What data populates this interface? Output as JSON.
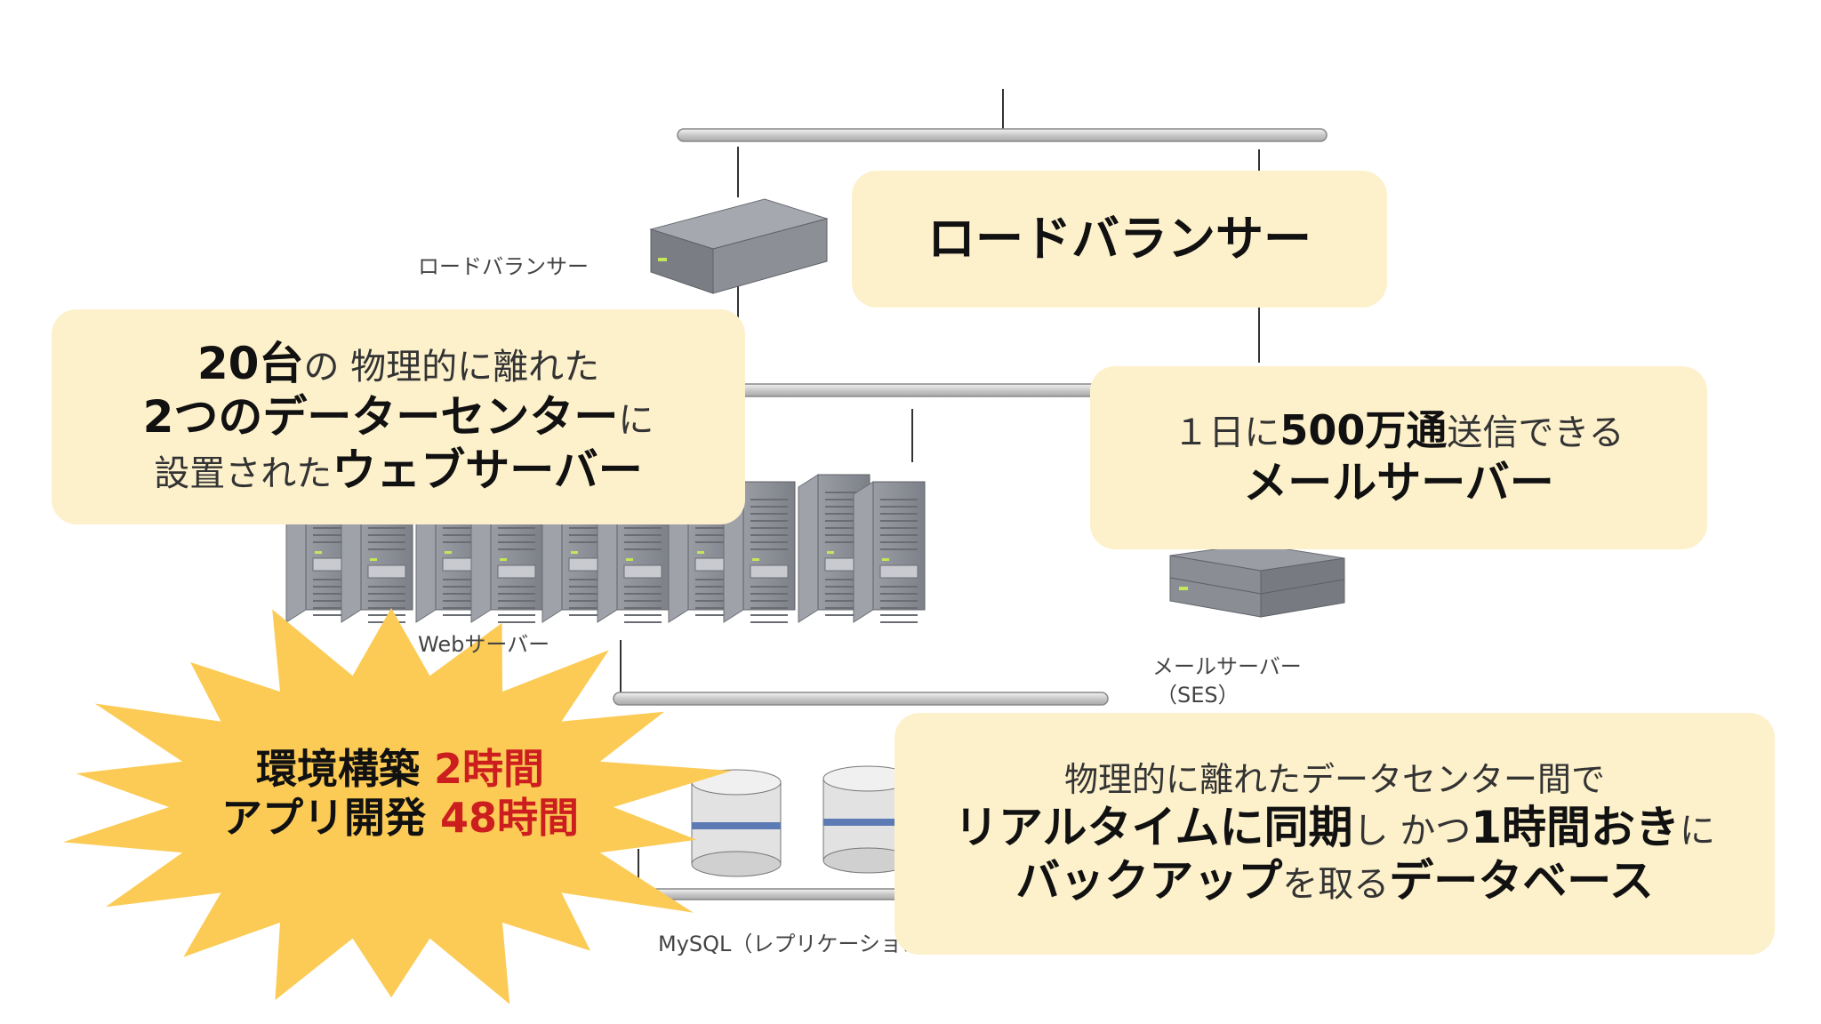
{
  "diagram_labels": {
    "load_balancer": "ロードバランサー",
    "web_server": "Webサーバー",
    "mail_server": "メールサーバー",
    "mail_server_sub": "（SES）",
    "mysql": "MySQL（レプリケーション）"
  },
  "callouts": {
    "load_balancer": {
      "text": "ロードバランサー"
    },
    "web": {
      "line1": [
        {
          "t": "20台",
          "s": "bd"
        },
        {
          "t": "の ",
          "s": "lt"
        },
        {
          "t": "物理的に離れた",
          "s": "lt"
        }
      ],
      "line2": [
        {
          "t": "2つのデーターセンター",
          "s": "bd"
        },
        {
          "t": "に",
          "s": "lt"
        }
      ],
      "line3": [
        {
          "t": "設置された",
          "s": "lt"
        },
        {
          "t": "ウェブサーバー",
          "s": "bd"
        }
      ]
    },
    "mail": {
      "line1": [
        {
          "t": "１日に",
          "s": "lt"
        },
        {
          "t": "500万通",
          "s": "bd"
        },
        {
          "t": "送信できる",
          "s": "lt"
        }
      ],
      "line2": [
        {
          "t": "メールサーバー",
          "s": "bd"
        }
      ]
    },
    "db": {
      "line1": [
        {
          "t": "物理的に離れたデータセンター間で",
          "s": "lt"
        }
      ],
      "line2": [
        {
          "t": "リアルタイムに同期",
          "s": "bd"
        },
        {
          "t": "し かつ",
          "s": "lt"
        },
        {
          "t": "1時間おき",
          "s": "bd"
        },
        {
          "t": "に",
          "s": "lt"
        }
      ],
      "line3": [
        {
          "t": "バックアップ",
          "s": "bd"
        },
        {
          "t": "を取る",
          "s": "lt"
        },
        {
          "t": "データベース",
          "s": "bd"
        }
      ]
    }
  },
  "burst": {
    "line1": [
      {
        "t": "環境構築 ",
        "s": "bd"
      },
      {
        "t": "2時間",
        "s": "red"
      }
    ],
    "line2": [
      {
        "t": "アプリ開発 ",
        "s": "bd"
      },
      {
        "t": "48時間",
        "s": "red"
      }
    ]
  },
  "colors": {
    "callout_bg": "#fdf1cc",
    "burst_fill": "#fccb55",
    "accent_red": "#cc1e1e",
    "server_body": "#85888f"
  }
}
